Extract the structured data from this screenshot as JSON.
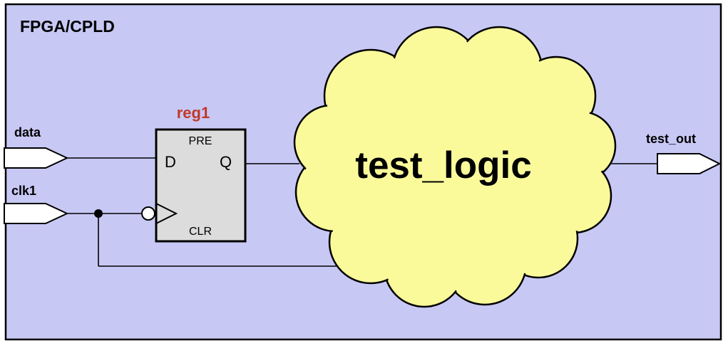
{
  "container_label": "FPGA/CPLD",
  "register": {
    "name": "reg1",
    "pin_pre": "PRE",
    "pin_d": "D",
    "pin_q": "Q",
    "pin_clr": "CLR"
  },
  "logic_block": {
    "label": "test_logic"
  },
  "ports": {
    "data": "data",
    "clk": "clk1",
    "out": "test_out"
  },
  "colors": {
    "container_fill": "#c8c8f5",
    "cloud_fill": "#fafa9b",
    "register_fill": "#dcdcdc",
    "register_label": "#c0392b",
    "stroke": "#000000"
  }
}
